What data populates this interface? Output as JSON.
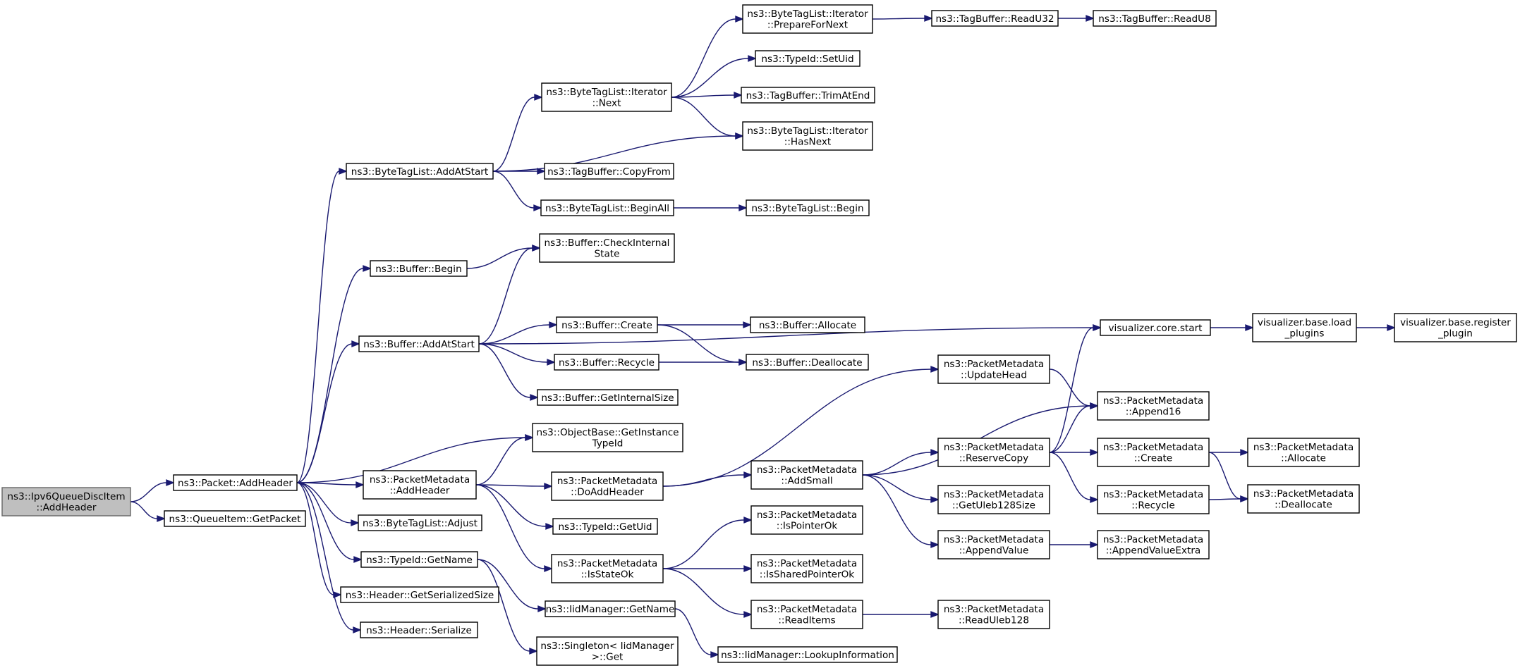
{
  "graph": {
    "edge_color": "#191970",
    "root_fill": "#bfbfbf",
    "nodes": [
      {
        "id": "ipv6_addheader",
        "lines": [
          "ns3::Ipv6QueueDiscItem",
          "::AddHeader"
        ],
        "root": true
      },
      {
        "id": "packet_addheader",
        "lines": [
          "ns3::Packet::AddHeader"
        ]
      },
      {
        "id": "queueitem_getpacket",
        "lines": [
          "ns3::QueueItem::GetPacket"
        ]
      },
      {
        "id": "btl_addatstart",
        "lines": [
          "ns3::ByteTagList::AddAtStart"
        ]
      },
      {
        "id": "buffer_begin",
        "lines": [
          "ns3::Buffer::Begin"
        ]
      },
      {
        "id": "buffer_addatstart",
        "lines": [
          "ns3::Buffer::AddAtStart"
        ]
      },
      {
        "id": "objectbase_gitid",
        "lines": [
          "ns3::ObjectBase::GetInstance",
          "TypeId"
        ]
      },
      {
        "id": "pm_addheader",
        "lines": [
          "ns3::PacketMetadata",
          "::AddHeader"
        ]
      },
      {
        "id": "btl_adjust",
        "lines": [
          "ns3::ByteTagList::Adjust"
        ]
      },
      {
        "id": "typeid_getname",
        "lines": [
          "ns3::TypeId::GetName"
        ]
      },
      {
        "id": "header_getsersize",
        "lines": [
          "ns3::Header::GetSerializedSize"
        ]
      },
      {
        "id": "header_serialize",
        "lines": [
          "ns3::Header::Serialize"
        ]
      },
      {
        "id": "btl_iter_next",
        "lines": [
          "ns3::ByteTagList::Iterator",
          "::Next"
        ]
      },
      {
        "id": "tagbuffer_copyfrom",
        "lines": [
          "ns3::TagBuffer::CopyFrom"
        ]
      },
      {
        "id": "btl_beginall",
        "lines": [
          "ns3::ByteTagList::BeginAll"
        ]
      },
      {
        "id": "buffer_checkinternal",
        "lines": [
          "ns3::Buffer::CheckInternal",
          "State"
        ]
      },
      {
        "id": "buffer_create",
        "lines": [
          "ns3::Buffer::Create"
        ]
      },
      {
        "id": "buffer_recycle",
        "lines": [
          "ns3::Buffer::Recycle"
        ]
      },
      {
        "id": "buffer_getinternalsize",
        "lines": [
          "ns3::Buffer::GetInternalSize"
        ]
      },
      {
        "id": "pm_doaddheader",
        "lines": [
          "ns3::PacketMetadata",
          "::DoAddHeader"
        ]
      },
      {
        "id": "typeid_getuid",
        "lines": [
          "ns3::TypeId::GetUid"
        ]
      },
      {
        "id": "pm_isstateok",
        "lines": [
          "ns3::PacketMetadata",
          "::IsStateOk"
        ]
      },
      {
        "id": "iidmanager_getname",
        "lines": [
          "ns3::IidManager::GetName"
        ]
      },
      {
        "id": "singleton_get",
        "lines": [
          "ns3::Singleton< IidManager",
          ">::Get"
        ]
      },
      {
        "id": "btl_iter_prepare",
        "lines": [
          "ns3::ByteTagList::Iterator",
          "::PrepareForNext"
        ]
      },
      {
        "id": "typeid_setuid",
        "lines": [
          "ns3::TypeId::SetUid"
        ]
      },
      {
        "id": "tagbuffer_trimatend",
        "lines": [
          "ns3::TagBuffer::TrimAtEnd"
        ]
      },
      {
        "id": "btl_iter_hasnext",
        "lines": [
          "ns3::ByteTagList::Iterator",
          "::HasNext"
        ]
      },
      {
        "id": "btl_begin",
        "lines": [
          "ns3::ByteTagList::Begin"
        ]
      },
      {
        "id": "buffer_allocate",
        "lines": [
          "ns3::Buffer::Allocate"
        ]
      },
      {
        "id": "buffer_deallocate",
        "lines": [
          "ns3::Buffer::Deallocate"
        ]
      },
      {
        "id": "pm_addsmall",
        "lines": [
          "ns3::PacketMetadata",
          "::AddSmall"
        ]
      },
      {
        "id": "pm_ispointerok",
        "lines": [
          "ns3::PacketMetadata",
          "::IsPointerOk"
        ]
      },
      {
        "id": "pm_issharedpointerok",
        "lines": [
          "ns3::PacketMetadata",
          "::IsSharedPointerOk"
        ]
      },
      {
        "id": "pm_readitems",
        "lines": [
          "ns3::PacketMetadata",
          "::ReadItems"
        ]
      },
      {
        "id": "iidmanager_lookup",
        "lines": [
          "ns3::IidManager::LookupInformation"
        ]
      },
      {
        "id": "tagbuffer_readu32",
        "lines": [
          "ns3::TagBuffer::ReadU32"
        ]
      },
      {
        "id": "tagbuffer_readu8",
        "lines": [
          "ns3::TagBuffer::ReadU8"
        ]
      },
      {
        "id": "visualizer_start",
        "lines": [
          "visualizer.core.start"
        ]
      },
      {
        "id": "visualizer_load",
        "lines": [
          "visualizer.base.load",
          "_plugins"
        ]
      },
      {
        "id": "visualizer_register",
        "lines": [
          "visualizer.base.register",
          "_plugin"
        ]
      },
      {
        "id": "pm_updatehead",
        "lines": [
          "ns3::PacketMetadata",
          "::UpdateHead"
        ]
      },
      {
        "id": "pm_reservecopy",
        "lines": [
          "ns3::PacketMetadata",
          "::ReserveCopy"
        ]
      },
      {
        "id": "pm_getuleb128size",
        "lines": [
          "ns3::PacketMetadata",
          "::GetUleb128Size"
        ]
      },
      {
        "id": "pm_appendvalue",
        "lines": [
          "ns3::PacketMetadata",
          "::AppendValue"
        ]
      },
      {
        "id": "pm_readuleb128",
        "lines": [
          "ns3::PacketMetadata",
          "::ReadUleb128"
        ]
      },
      {
        "id": "pm_append16",
        "lines": [
          "ns3::PacketMetadata",
          "::Append16"
        ]
      },
      {
        "id": "pm_create",
        "lines": [
          "ns3::PacketMetadata",
          "::Create"
        ]
      },
      {
        "id": "pm_recycle",
        "lines": [
          "ns3::PacketMetadata",
          "::Recycle"
        ]
      },
      {
        "id": "pm_appendvalueextra",
        "lines": [
          "ns3::PacketMetadata",
          "::AppendValueExtra"
        ]
      },
      {
        "id": "pm_allocate",
        "lines": [
          "ns3::PacketMetadata",
          "::Allocate"
        ]
      },
      {
        "id": "pm_deallocate",
        "lines": [
          "ns3::PacketMetadata",
          "::Deallocate"
        ]
      }
    ],
    "edges": [
      {
        "from": "ipv6_addheader",
        "to": "packet_addheader"
      },
      {
        "from": "ipv6_addheader",
        "to": "queueitem_getpacket"
      },
      {
        "from": "packet_addheader",
        "to": "btl_addatstart"
      },
      {
        "from": "packet_addheader",
        "to": "buffer_begin"
      },
      {
        "from": "packet_addheader",
        "to": "buffer_addatstart"
      },
      {
        "from": "packet_addheader",
        "to": "objectbase_gitid"
      },
      {
        "from": "packet_addheader",
        "to": "pm_addheader"
      },
      {
        "from": "packet_addheader",
        "to": "btl_adjust"
      },
      {
        "from": "packet_addheader",
        "to": "typeid_getname"
      },
      {
        "from": "packet_addheader",
        "to": "header_getsersize"
      },
      {
        "from": "packet_addheader",
        "to": "header_serialize"
      },
      {
        "from": "btl_addatstart",
        "to": "btl_iter_next"
      },
      {
        "from": "btl_addatstart",
        "to": "btl_iter_hasnext"
      },
      {
        "from": "btl_addatstart",
        "to": "tagbuffer_copyfrom"
      },
      {
        "from": "btl_addatstart",
        "to": "btl_beginall"
      },
      {
        "from": "btl_iter_next",
        "to": "btl_iter_prepare"
      },
      {
        "from": "btl_iter_next",
        "to": "typeid_setuid"
      },
      {
        "from": "btl_iter_next",
        "to": "tagbuffer_trimatend"
      },
      {
        "from": "btl_iter_next",
        "to": "btl_iter_hasnext"
      },
      {
        "from": "btl_iter_prepare",
        "to": "tagbuffer_readu32"
      },
      {
        "from": "tagbuffer_readu32",
        "to": "tagbuffer_readu8"
      },
      {
        "from": "btl_beginall",
        "to": "btl_begin"
      },
      {
        "from": "buffer_begin",
        "to": "buffer_checkinternal"
      },
      {
        "from": "buffer_addatstart",
        "to": "buffer_checkinternal"
      },
      {
        "from": "buffer_addatstart",
        "to": "visualizer_start"
      },
      {
        "from": "buffer_addatstart",
        "to": "buffer_create"
      },
      {
        "from": "buffer_addatstart",
        "to": "buffer_recycle"
      },
      {
        "from": "buffer_addatstart",
        "to": "buffer_getinternalsize"
      },
      {
        "from": "buffer_create",
        "to": "buffer_allocate"
      },
      {
        "from": "buffer_create",
        "to": "buffer_deallocate"
      },
      {
        "from": "buffer_recycle",
        "to": "buffer_deallocate"
      },
      {
        "from": "visualizer_start",
        "to": "visualizer_load"
      },
      {
        "from": "visualizer_load",
        "to": "visualizer_register"
      },
      {
        "from": "pm_addheader",
        "to": "objectbase_gitid"
      },
      {
        "from": "pm_addheader",
        "to": "pm_doaddheader"
      },
      {
        "from": "pm_addheader",
        "to": "typeid_getuid"
      },
      {
        "from": "pm_addheader",
        "to": "pm_isstateok"
      },
      {
        "from": "pm_doaddheader",
        "to": "pm_updatehead"
      },
      {
        "from": "pm_doaddheader",
        "to": "pm_addsmall"
      },
      {
        "from": "pm_updatehead",
        "to": "pm_append16"
      },
      {
        "from": "pm_addsmall",
        "to": "pm_append16"
      },
      {
        "from": "pm_addsmall",
        "to": "pm_reservecopy"
      },
      {
        "from": "pm_addsmall",
        "to": "pm_getuleb128size"
      },
      {
        "from": "pm_addsmall",
        "to": "pm_appendvalue"
      },
      {
        "from": "pm_reservecopy",
        "to": "visualizer_start"
      },
      {
        "from": "pm_reservecopy",
        "to": "pm_append16"
      },
      {
        "from": "pm_reservecopy",
        "to": "pm_create"
      },
      {
        "from": "pm_reservecopy",
        "to": "pm_recycle"
      },
      {
        "from": "pm_create",
        "to": "pm_allocate"
      },
      {
        "from": "pm_create",
        "to": "pm_deallocate"
      },
      {
        "from": "pm_recycle",
        "to": "pm_deallocate"
      },
      {
        "from": "pm_appendvalue",
        "to": "pm_appendvalueextra"
      },
      {
        "from": "pm_isstateok",
        "to": "pm_ispointerok"
      },
      {
        "from": "pm_isstateok",
        "to": "pm_issharedpointerok"
      },
      {
        "from": "pm_isstateok",
        "to": "pm_readitems"
      },
      {
        "from": "pm_readitems",
        "to": "pm_readuleb128"
      },
      {
        "from": "typeid_getname",
        "to": "iidmanager_getname"
      },
      {
        "from": "typeid_getname",
        "to": "singleton_get"
      },
      {
        "from": "iidmanager_getname",
        "to": "iidmanager_lookup"
      }
    ]
  }
}
